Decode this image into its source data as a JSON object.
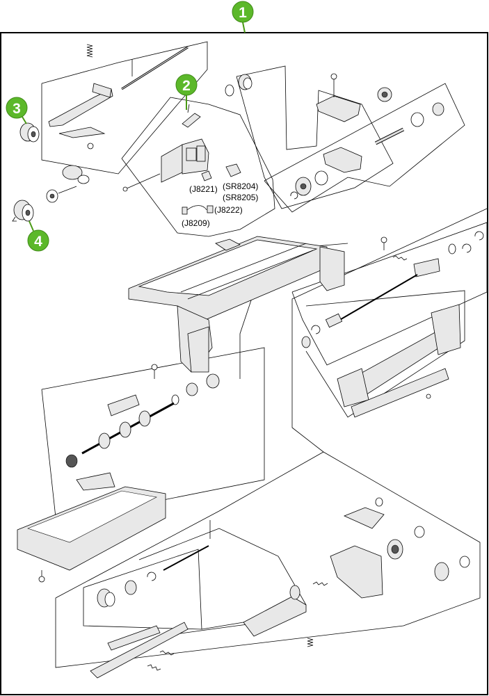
{
  "callouts": [
    {
      "id": "1",
      "label": "1"
    },
    {
      "id": "2",
      "label": "2"
    },
    {
      "id": "3",
      "label": "3"
    },
    {
      "id": "4",
      "label": "4"
    }
  ],
  "connector_labels": {
    "sr8204": "(SR8204)",
    "j8221": "(J8221)",
    "sr8205": "(SR8205)",
    "j8222": "(J8222)",
    "j8209": "(J8209)"
  },
  "colors": {
    "callout_fill": "#5cb82a",
    "callout_text": "#ffffff",
    "line": "#000000"
  }
}
